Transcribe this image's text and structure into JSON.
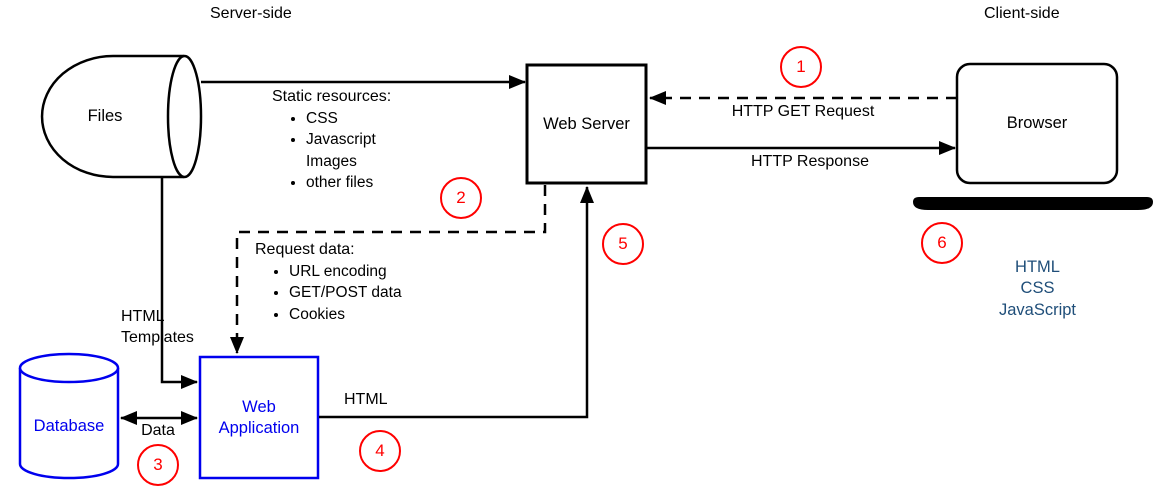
{
  "diagram": {
    "sections": {
      "server_side": "Server-side",
      "client_side": "Client-side"
    },
    "nodes": {
      "files": "Files",
      "web_server": "Web Server",
      "browser": "Browser",
      "database": "Database",
      "web_application": "Web\nApplication"
    },
    "edges": {
      "http_get_request": "HTTP GET Request",
      "http_response": "HTTP Response",
      "html_templates": "HTML\nTemplates",
      "data": "Data",
      "html": "HTML"
    },
    "static_resources": {
      "title": "Static resources:",
      "items": [
        "CSS",
        "Javascript",
        "Images",
        "other files"
      ]
    },
    "request_data": {
      "title": "Request data:",
      "items": [
        "URL encoding",
        "GET/POST data",
        "Cookies"
      ]
    },
    "client_outputs": [
      "HTML",
      "CSS",
      "JavaScript"
    ],
    "steps": [
      "1",
      "2",
      "3",
      "4",
      "5",
      "6"
    ],
    "colors": {
      "line": "#000000",
      "node_accent": "#0000ee",
      "step_marker": "#ff0000",
      "client_output_text": "#1f4e79"
    }
  }
}
